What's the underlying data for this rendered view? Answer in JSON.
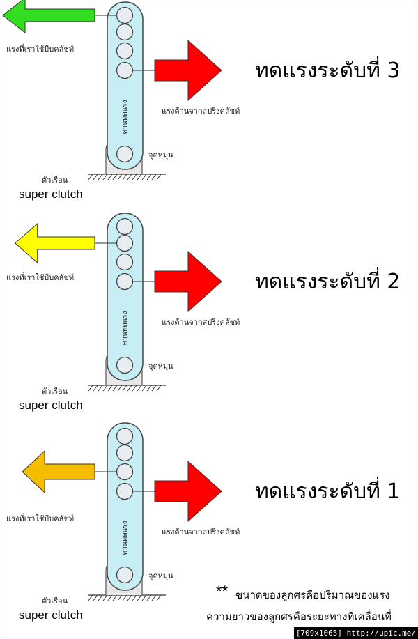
{
  "panels": [
    {
      "level_text": "ทดแรงระดับที่ 3",
      "arrow_color": "#33dd22",
      "arrow_length": 1.0,
      "labels": {
        "user_force": "แรงที่เราใช้บีบคลัชท์",
        "spring_force": "แรงต้านจากสปริงคลัชท์",
        "lever": "คานทดแรง",
        "pivot": "จุดหมุน",
        "housing": "ตัวเรือน",
        "brand": "super clutch"
      }
    },
    {
      "level_text": "ทดแรงระดับที่ 2",
      "arrow_color": "#ffff00",
      "arrow_length": 0.83,
      "labels": {
        "user_force": "แรงที่เราใช้บีบคลัชท์",
        "spring_force": "แรงต้านจากสปริงคลัชท์",
        "lever": "คานทดแรง",
        "pivot": "จุดหมุน",
        "housing": "ตัวเรือน",
        "brand": "super clutch"
      }
    },
    {
      "level_text": "ทดแรงระดับที่ 1",
      "arrow_color": "#f6bd00",
      "arrow_length": 0.73,
      "labels": {
        "user_force": "แรงที่เราใช้บีบคลัชท์",
        "spring_force": "แรงต้านจากสปริงคลัชท์",
        "lever": "คานทดแรง",
        "pivot": "จุดหมุน",
        "housing": "ตัวเรือน",
        "brand": "super clutch"
      }
    }
  ],
  "spring_arrow_color": "#ff0000",
  "lever_color": "#c8eef5",
  "note": {
    "stars": "**",
    "line1": "ขนาดของลูกศรคือปริมาณของแรง",
    "line2": "ความยาวของลูกศรคือระยะทางที่เคลื่อนที่"
  },
  "watermark": "[709x1065] http://upic.me/"
}
